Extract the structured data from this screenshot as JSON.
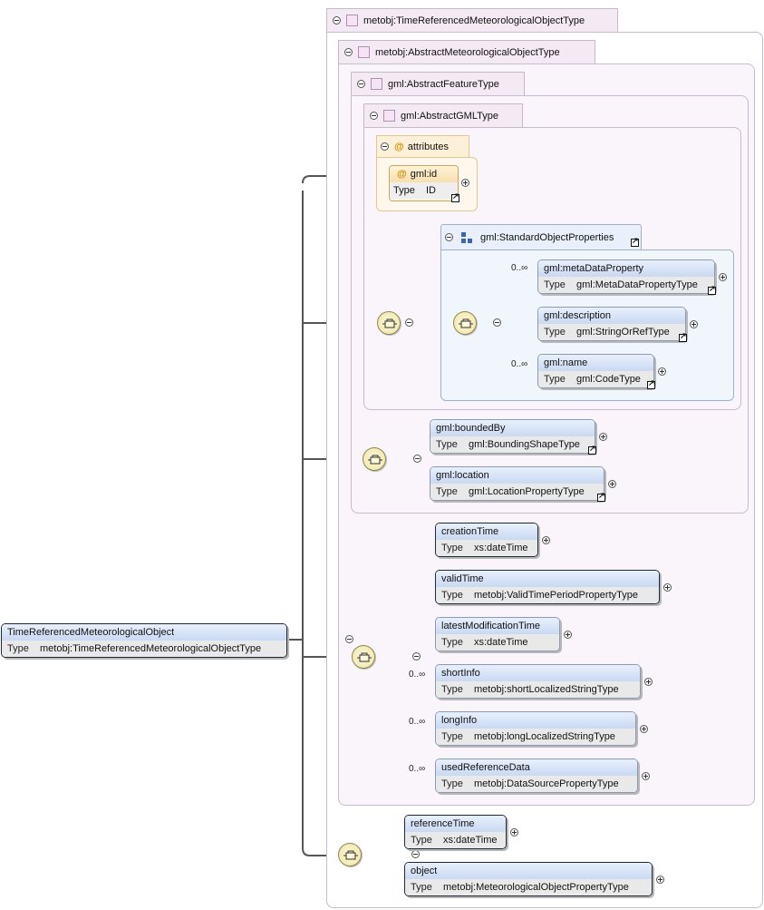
{
  "complex_types": {
    "outer": "metobj:TimeReferencedMeteorologicalObjectType",
    "abstract_met": "metobj:AbstractMeteorologicalObjectType",
    "abstract_feature": "gml:AbstractFeatureType",
    "abstract_gml": "gml:AbstractGMLType"
  },
  "attributes": {
    "label": "attributes",
    "gml_id": {
      "name": "gml:id",
      "type_label": "Type",
      "type": "ID"
    }
  },
  "group": {
    "name": "gml:StandardObjectProperties"
  },
  "elements": {
    "meta_data_property": {
      "name": "gml:metaDataProperty",
      "type_label": "Type",
      "type": "gml:MetaDataPropertyType",
      "card": "0..∞"
    },
    "description": {
      "name": "gml:description",
      "type_label": "Type",
      "type": "gml:StringOrRefType"
    },
    "name": {
      "name": "gml:name",
      "type_label": "Type",
      "type": "gml:CodeType",
      "card": "0..∞"
    },
    "bounded_by": {
      "name": "gml:boundedBy",
      "type_label": "Type",
      "type": "gml:BoundingShapeType"
    },
    "location": {
      "name": "gml:location",
      "type_label": "Type",
      "type": "gml:LocationPropertyType"
    },
    "creation_time": {
      "name": "creationTime",
      "type_label": "Type",
      "type": "xs:dateTime"
    },
    "valid_time": {
      "name": "validTime",
      "type_label": "Type",
      "type": "metobj:ValidTimePeriodPropertyType"
    },
    "latest_mod": {
      "name": "latestModificationTime",
      "type_label": "Type",
      "type": "xs:dateTime"
    },
    "short_info": {
      "name": "shortInfo",
      "type_label": "Type",
      "type": "metobj:shortLocalizedStringType",
      "card": "0..∞"
    },
    "long_info": {
      "name": "longInfo",
      "type_label": "Type",
      "type": "metobj:longLocalizedStringType",
      "card": "0..∞"
    },
    "used_ref": {
      "name": "usedReferenceData",
      "type_label": "Type",
      "type": "metobj:DataSourcePropertyType",
      "card": "0..∞"
    },
    "reference_time": {
      "name": "referenceTime",
      "type_label": "Type",
      "type": "xs:dateTime"
    },
    "object": {
      "name": "object",
      "type_label": "Type",
      "type": "metobj:MeteorologicalObjectPropertyType"
    }
  },
  "root": {
    "name": "TimeReferencedMeteorologicalObject",
    "type_label": "Type",
    "type": "metobj:TimeReferencedMeteorologicalObjectType"
  },
  "colors": {
    "panel_bg": "#faf5fb",
    "tab_bg": "#f4eaf4",
    "element_header": "#c9d9f2",
    "compositor": "#eee2a0",
    "attribute_bg": "#fef8ec"
  }
}
